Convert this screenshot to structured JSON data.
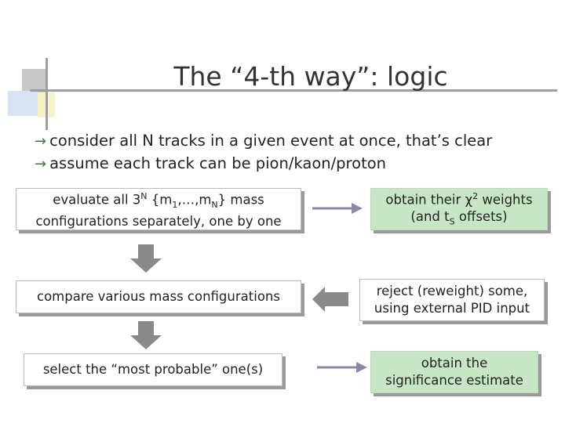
{
  "title": "The “4-th way”: logic",
  "bullets": [
    {
      "arrow": "→",
      "text": "consider all N tracks in a given event at once, that’s clear"
    },
    {
      "arrow": "→",
      "text": "assume each track can be pion/kaon/proton"
    }
  ],
  "boxes": {
    "evaluate": {
      "t1": "evaluate all 3",
      "sup_n": "N",
      "t2": " {m",
      "sub_1": "1",
      "t3": ",…,m",
      "sub_n": "N",
      "t4": "} mass",
      "line2": "configurations separately, one by one"
    },
    "weights": {
      "t1": "obtain their ",
      "chi": "χ",
      "sup_2": "2",
      "t2": " weights",
      "t3": "(and t",
      "sub_s": "S",
      "t4": " offsets)"
    },
    "compare": {
      "text": "compare  various mass configurations"
    },
    "reject": {
      "line1": "reject (reweight) some,",
      "line2": "using external PID input"
    },
    "select": {
      "text": "select the “most probable” one(s)"
    },
    "significance": {
      "line1": "obtain the",
      "line2": "significance estimate"
    }
  },
  "colors": {
    "box_green": "#c6e6c6",
    "arrow_fill": "#8a8a8a",
    "arrow_stroke": "#8a8aa8"
  }
}
